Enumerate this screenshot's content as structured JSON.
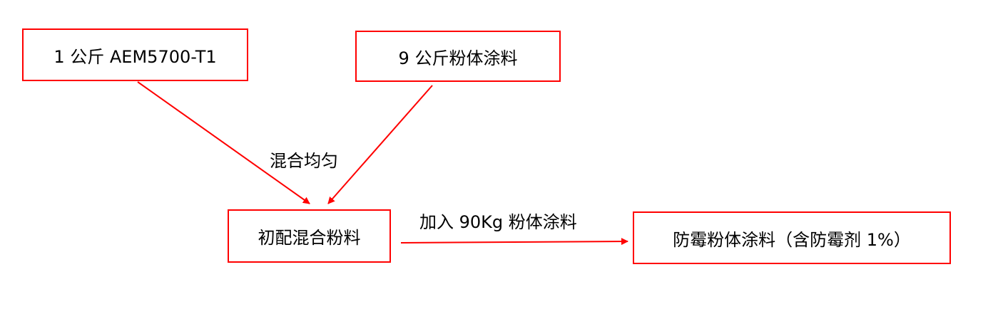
{
  "diagram": {
    "type": "flowchart",
    "line_color": "#ff0000",
    "nodes": {
      "input_a": "1 公斤 AEM5700-T1",
      "input_b": "9 公斤粉体涂料",
      "premix": "初配混合粉料",
      "final": "防霉粉体涂料（含防霉剂 1%）"
    },
    "edges": {
      "mix_label": "混合均匀",
      "add_label": "加入 90Kg 粉体涂料"
    }
  }
}
